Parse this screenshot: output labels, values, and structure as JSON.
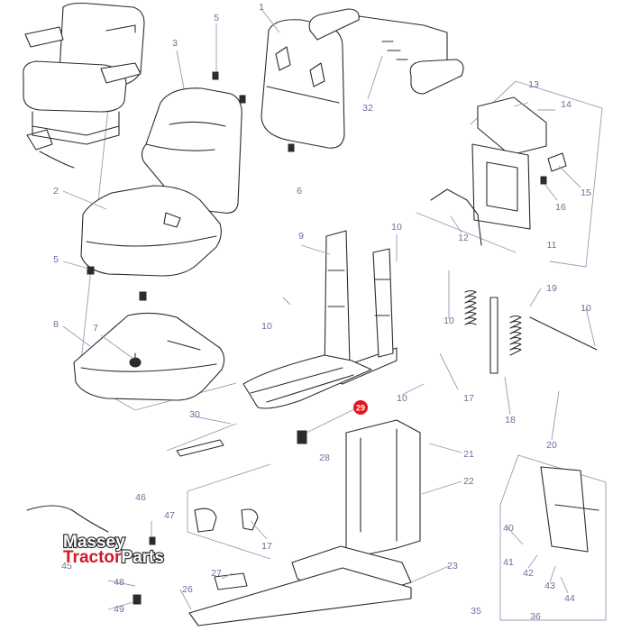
{
  "diagram": {
    "highlighted_part": "29",
    "colors": {
      "callout_text": "#6d6d9a",
      "leader_line": "#9a9ab5",
      "highlight": "#e8131b",
      "line_art": "#2b2b2b"
    },
    "callouts": [
      "1",
      "2",
      "3",
      "5",
      "5",
      "6",
      "7",
      "8",
      "9",
      "10",
      "10",
      "10",
      "10",
      "10",
      "11",
      "12",
      "13",
      "14",
      "15",
      "16",
      "17",
      "17",
      "18",
      "19",
      "20",
      "21",
      "22",
      "23",
      "26",
      "27",
      "28",
      "29",
      "30",
      "32",
      "35",
      "36",
      "40",
      "41",
      "42",
      "43",
      "44",
      "45",
      "46",
      "47",
      "48",
      "49"
    ]
  },
  "watermark": {
    "line1": "Massey",
    "line2_a": "Tractor",
    "line2_b": "Parts"
  }
}
